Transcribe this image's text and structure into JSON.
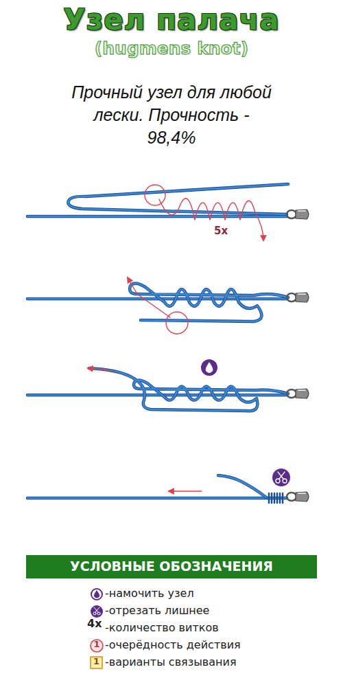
{
  "diagram": {
    "title": "Узел палача",
    "nodes": [
      {
        "text": [
          "УСЛОВНЫЕ ОБОЗНАЧЕНИЯ"
        ]
      }
    ],
    "labels": [
      "(hugmens knot)",
      "Прочный узел для любой лески. Прочность - 98,4%",
      "5x",
      "4x",
      "1",
      "1"
    ],
    "legend": [
      {
        "text": "-намочить узел"
      },
      {
        "text": "-отрезать лишнее"
      },
      {
        "text": "-количество витков"
      },
      {
        "text": "-очерёдность действия"
      },
      {
        "text": "-варианты связывания"
      }
    ]
  }
}
